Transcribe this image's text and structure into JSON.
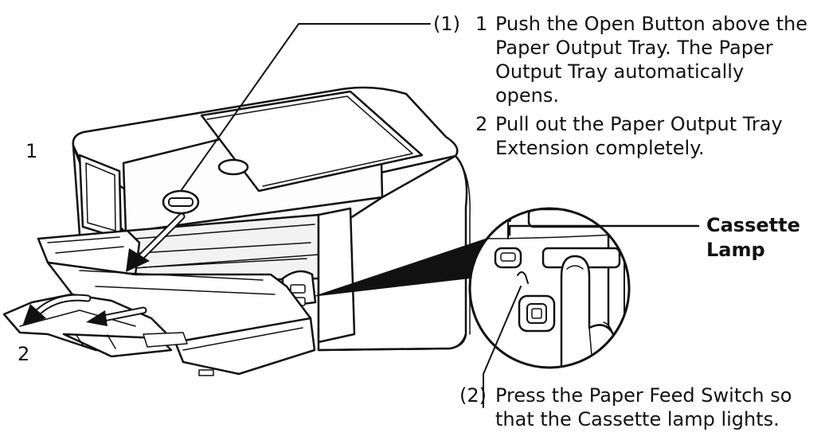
{
  "callout_1": {
    "marker": "(1)",
    "steps": [
      {
        "number": "1",
        "lines": [
          "Push the Open Button above the",
          "Paper Output Tray. The Paper",
          "Output Tray automatically",
          "opens."
        ]
      },
      {
        "number": "2",
        "lines": [
          "Pull out the Paper Output Tray",
          "Extension completely."
        ]
      }
    ]
  },
  "callout_2": {
    "marker": "(2)",
    "lines": [
      "Press the Paper Feed Switch so",
      "that the Cassette lamp lights."
    ]
  },
  "cassette_lamp_label": {
    "lines": [
      "Cassette",
      "Lamp"
    ]
  },
  "figure_labels": {
    "step_1": "1",
    "step_2": "2"
  },
  "colors": {
    "line": "#111111",
    "fill": "#ffffff",
    "shade": "#f2f2f2"
  }
}
